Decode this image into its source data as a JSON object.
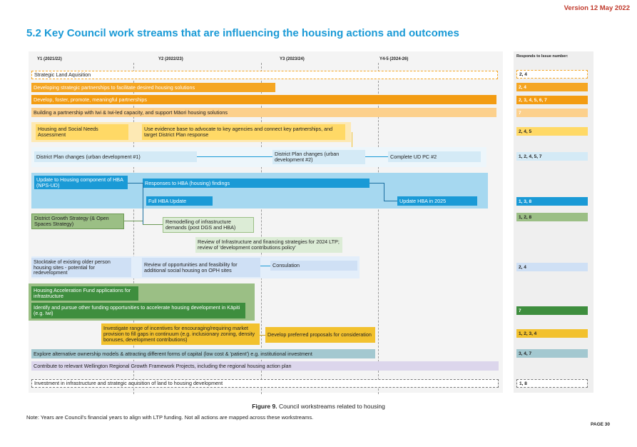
{
  "version": "Version 12 May 2022",
  "title": "5.2 Key Council work streams that are influencing the housing actions and outcomes",
  "years": [
    "Y1 (2021/22)",
    "Y2 (2022/23)",
    "Y3 (2023/24)",
    "Y4-5 (2024-26)"
  ],
  "issues_header": "Responds to Issue number:",
  "colors": {
    "orange": "#f5a623",
    "orange_dark": "#f39c12",
    "light_orange": "#fcd08c",
    "yellow": "#ffd966",
    "light_blue": "#d4eaf6",
    "blue": "#1a9ad6",
    "sky": "#a6d8f0",
    "green_dark": "#3e8e3e",
    "green_light": "#9bbf85",
    "pale_green": "#dcecd6",
    "gold": "#f2c12e",
    "teal_grey": "#a3c8d0",
    "lavender": "#dcd6ec"
  },
  "rows": {
    "r1": "Strategic Land Aquisition",
    "r2": "Developing strategic partnerships to facilitate desired housing solutions",
    "r3": "Develop, foster, promote, meaningful partnerships",
    "r4": "Building a partnership with Iwi & Iwi-led capacity, and support Māori housing solutions",
    "r5a": "Housing and Social Needs Assessment",
    "r5b": "Use evidence base to advocate to key agencies and connect key partnerships, and target District Plan response",
    "r6a": "District Plan changes (urban development #1)",
    "r6b": "District Plan changes (urban development #2)",
    "r6c": "Complete UD PC #2",
    "r7a": "Update to Housing component of HBA (NPS-UD)",
    "r7b": "Responses to HBA (housing) findings",
    "r7c": "Full HBA Update",
    "r7d": "Update HBA in 2025",
    "r8a": "District Growth Strategy (& Open Spaces Strategy)",
    "r8b": "Remodelling of infrastructure demands (post DGS and HBA)",
    "r9": "Review of Infrastructure and financing strategies for 2024 LTP; review of 'development contributions policy'",
    "r10a": "Stocktake of existing older person housing sites - potential for redevelopment",
    "r10b": "Review of opportunities and feasibility for additional social housing on OPH sites",
    "r10c": "Consulation",
    "r11a": "Housing Acceleration Fund applications for infrastructure",
    "r11b": "Identify and pursue other funding opportunities to accelerate housing development in Kāpiti (e.g. Iwi)",
    "r12a": "Investigate range of incentives for encouraging/requiring market provision to fill gaps in continuum (e.g. inclusionary zoning, density bonuses, development contributions)",
    "r12b": "Develop preferred proposals for consideration",
    "r13": "Explore alternative ownership models & attracting different forms of capital (low cost & 'patient') e.g. institutional investment",
    "r14": "Contribute to relevant Wellington Regional Growth Framework Projects, including the regional housing action plan",
    "r15": "Investment in infrastructure and strategic aquisition of land to housing development"
  },
  "issues": {
    "i1": "2, 4",
    "i2": "2, 4",
    "i3": "2, 3, 4, 5, 6, 7",
    "i4": "7",
    "i5": "2, 4, 5",
    "i6": "1, 2, 4, 5, 7",
    "i7": "1, 3, 8",
    "i8": "1, 2, 8",
    "i9": "2, 4",
    "i10": "7",
    "i11": "1, 2, 3, 4",
    "i12": "3, 4, 7",
    "i13": "1, 8"
  },
  "caption_bold": "Figure 9.",
  "caption_text": " Council workstreams related to housing",
  "note": "Note: Years are Council's financial years to align with LTP funding. Not all actions are mapped across these workstreams.",
  "page": "PAGE 30"
}
